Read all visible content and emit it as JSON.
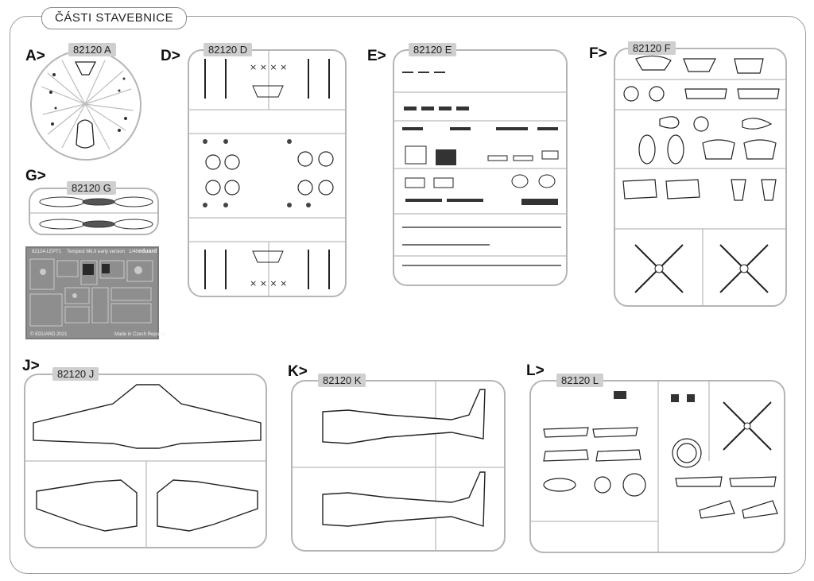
{
  "title": "ČÁSTI STAVEBNICE",
  "sections": {
    "A": {
      "letter": "A>",
      "label": "82120 A"
    },
    "D": {
      "letter": "D>",
      "label": "82120 D"
    },
    "E": {
      "letter": "E>",
      "label": "82120 E"
    },
    "F": {
      "letter": "F>",
      "label": "82120 F"
    },
    "G": {
      "letter": "G>",
      "label": "82120 G"
    },
    "J": {
      "letter": "J>",
      "label": "82120 J"
    },
    "K": {
      "letter": "K>",
      "label": "82120 K"
    },
    "L": {
      "letter": "L>",
      "label": "82120 L"
    }
  },
  "photoetch": {
    "code": "82124-LEPT1",
    "name": "Tempest Mk.II early version",
    "scale": "1/48",
    "brand": "eduard",
    "copyright": "© EDUARD 2021",
    "origin": "Made in Czech Republic"
  }
}
